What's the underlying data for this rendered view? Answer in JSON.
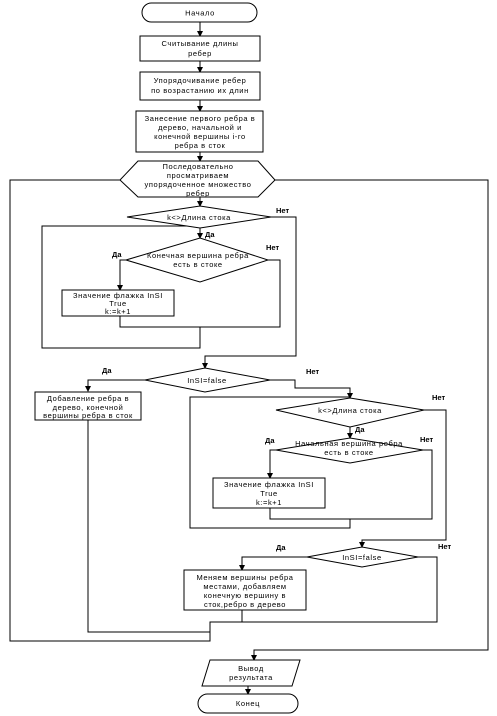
{
  "nodes": {
    "start": "Начало",
    "read": [
      "Считывание длины",
      "ребер"
    ],
    "sort": [
      "Упорядочивание ребер",
      "по возрастанию их длин"
    ],
    "first": [
      "Занесение первого ребра в",
      "дерево, начальной и",
      "конечной вершины i-го",
      "ребра в сток"
    ],
    "loop": [
      "Последовательно",
      "просматриваем",
      "упорядоченное множество",
      "ребер"
    ],
    "cond1": "k<>Длина стока",
    "cond2": [
      "Конечная вершина ребра",
      "есть в стоке"
    ],
    "proc1": [
      "Значение флажка InSI",
      "True",
      "k:=k+1"
    ],
    "cond3": "InSI=false",
    "add_edge": [
      "Добавление ребра в",
      "дерево, конечной",
      "вершины ребра в сток"
    ],
    "cond4": "k<>Длина стока",
    "cond5": [
      "Начальная вершина ребра",
      "есть в стоке"
    ],
    "proc2": [
      "Значение флажка InSI",
      "True",
      "k:=k+1"
    ],
    "cond6": "InSI=false",
    "swap": [
      "Меняем вершины ребра",
      "местами, добавляем",
      "конечную вершину в",
      "сток,ребро в дерево"
    ],
    "output": [
      "Вывод",
      "результата"
    ],
    "end": "Конец"
  },
  "labels": {
    "yes": "Да",
    "no": "Нет"
  }
}
